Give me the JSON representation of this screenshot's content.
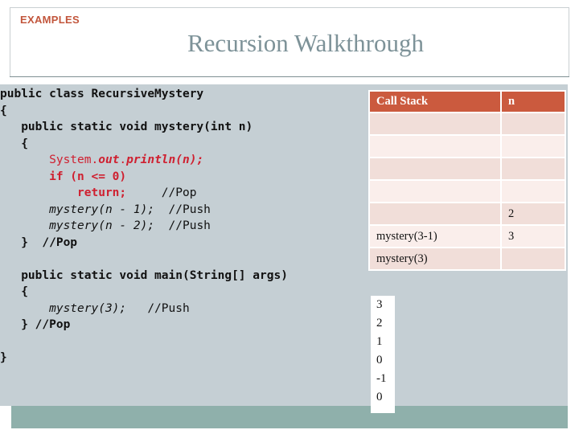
{
  "header": {
    "eyebrow": "EXAMPLES",
    "title": "Recursion Walkthrough",
    "eyebrow_color": "#c2563c",
    "title_color": "#7d9298"
  },
  "code": {
    "language": "java",
    "lines": [
      [
        {
          "t": "public class RecursiveMystery",
          "s": "bold"
        }
      ],
      [
        {
          "t": "{",
          "s": "bold"
        }
      ],
      [
        {
          "t": "   public static void mystery(int n)",
          "s": "bold"
        }
      ],
      [
        {
          "t": "   {",
          "s": "bold"
        }
      ],
      [
        {
          "t": "       System.",
          "s": "red"
        },
        {
          "t": "out",
          "s": "red-bi"
        },
        {
          "t": ".",
          "s": "red"
        },
        {
          "t": "println(n);",
          "s": "red-bi"
        }
      ],
      [
        {
          "t": "       if (n <= 0)",
          "s": "red-b"
        }
      ],
      [
        {
          "t": "           return;",
          "s": "red-b"
        },
        {
          "t": "     //Pop",
          "s": "comment"
        }
      ],
      [
        {
          "t": "       mystery(n - 1);",
          "s": "italic"
        },
        {
          "t": "  //Push",
          "s": "comment"
        }
      ],
      [
        {
          "t": "       mystery(n - 2);",
          "s": "italic"
        },
        {
          "t": "  //Push",
          "s": "comment"
        }
      ],
      [
        {
          "t": "   }  //Pop",
          "s": "bold"
        }
      ],
      [
        {
          "t": "",
          "s": "plain"
        }
      ],
      [
        {
          "t": "   public static void main(String[] args)",
          "s": "bold"
        }
      ],
      [
        {
          "t": "   {",
          "s": "bold"
        }
      ],
      [
        {
          "t": "       mystery(3);",
          "s": "italic"
        },
        {
          "t": "   //Push",
          "s": "comment"
        }
      ],
      [
        {
          "t": "   } //Pop",
          "s": "bold"
        }
      ],
      [
        {
          "t": "",
          "s": "plain"
        }
      ],
      [
        {
          "t": "}",
          "s": "bold"
        }
      ]
    ]
  },
  "call_stack": {
    "header_bg": "#cb5a3e",
    "columns": [
      "Call Stack",
      "n"
    ],
    "rows": [
      {
        "frame": "",
        "n": "",
        "band": "band-a"
      },
      {
        "frame": "",
        "n": "",
        "band": "band-b"
      },
      {
        "frame": "",
        "n": "",
        "band": "band-a"
      },
      {
        "frame": "",
        "n": "",
        "band": "band-b"
      },
      {
        "frame": "",
        "n": "2",
        "band": "band-a"
      },
      {
        "frame": "mystery(3-1)",
        "n": "3",
        "band": "band-b"
      },
      {
        "frame": "mystery(3)",
        "n": "",
        "band": "band-a"
      }
    ]
  },
  "output": {
    "values": [
      "3",
      "2",
      "1",
      "0",
      "-1",
      "0"
    ]
  },
  "colors": {
    "panel_bg": "#c5cfd4",
    "bottom_bar": "#8fb0ab",
    "code_keyword_red": "#cf2030"
  }
}
